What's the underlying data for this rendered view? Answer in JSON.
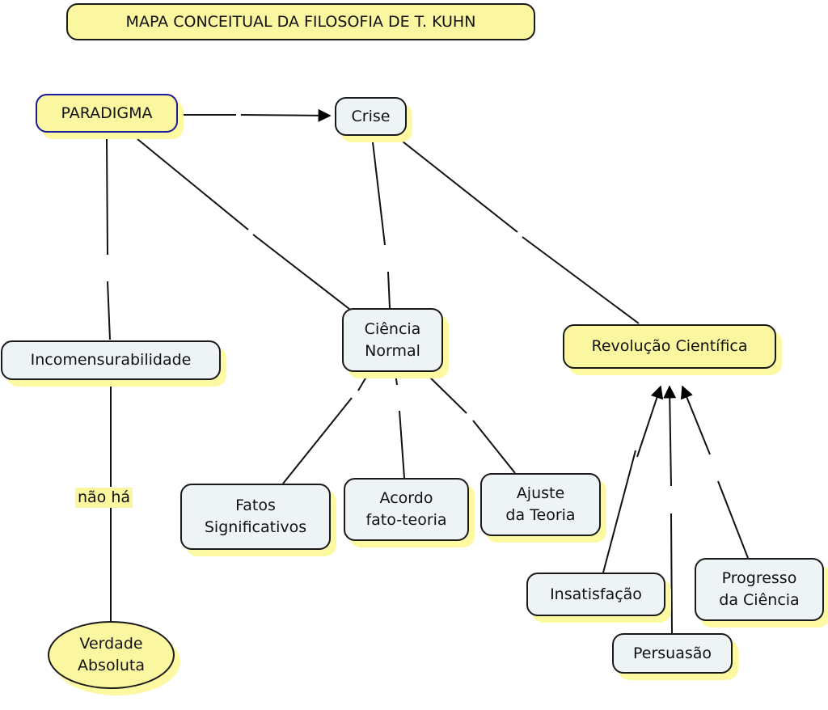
{
  "title": "MAPA CONCEITUAL DA FILOSOFIA DE T. KUHN",
  "colors": {
    "concept_fill": "#eef3f6",
    "highlight_fill": "#fbf7a0",
    "shadow": "#fdf8a2",
    "border": "#1a1a1a",
    "root_border": "#1b1b9c"
  },
  "nodes": {
    "paradigma": "PARADIGMA",
    "crise": "Crise",
    "incomensurabilidade": "Incomensurabilidade",
    "ciencia_normal": "Ciência\nNormal",
    "revolucao": "Revolução Científica",
    "fatos": "Fatos\nSignificativos",
    "acordo": "Acordo\nfato-teoria",
    "ajuste": "Ajuste\nda Teoria",
    "insatisfacao": "Insatisfação",
    "persuasao": "Persuasão",
    "progresso": "Progresso\nda Ciência",
    "verdade": "Verdade\nAbsoluta"
  },
  "link_labels": {
    "nao_ha": "não há"
  },
  "connections": [
    {
      "from": "PARADIGMA",
      "to": "Crise",
      "arrow": true
    },
    {
      "from": "PARADIGMA",
      "to": "Incomensurabilidade",
      "arrow": false
    },
    {
      "from": "PARADIGMA",
      "to": "Ciência Normal",
      "arrow": false
    },
    {
      "from": "Crise",
      "to": "Ciência Normal",
      "arrow": false
    },
    {
      "from": "Crise",
      "to": "Revolução Científica",
      "arrow": false
    },
    {
      "from": "Incomensurabilidade",
      "to": "Verdade Absoluta",
      "label": "não há",
      "arrow": false
    },
    {
      "from": "Ciência Normal",
      "to": "Fatos Significativos",
      "arrow": false
    },
    {
      "from": "Ciência Normal",
      "to": "Acordo fato-teoria",
      "arrow": false
    },
    {
      "from": "Ciência Normal",
      "to": "Ajuste da Teoria",
      "arrow": false
    },
    {
      "from": "Insatisfação",
      "to": "Revolução Científica",
      "arrow": true
    },
    {
      "from": "Persuasão",
      "to": "Revolução Científica",
      "arrow": true
    },
    {
      "from": "Progresso da Ciência",
      "to": "Revolução Científica",
      "arrow": true
    }
  ]
}
